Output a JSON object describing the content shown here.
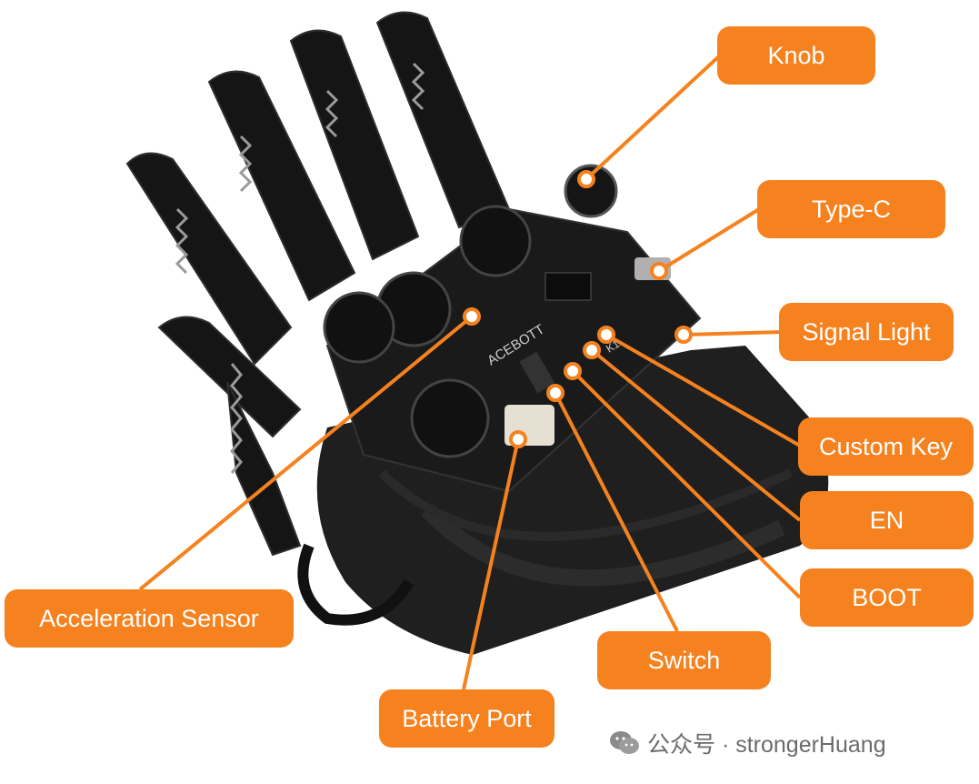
{
  "diagram": {
    "labels": {
      "knob": "Knob",
      "type_c": "Type-C",
      "signal_light": "Signal Light",
      "custom_key": "Custom Key",
      "en": "EN",
      "boot": "BOOT",
      "switch": "Switch",
      "battery_port": "Battery Port",
      "acceleration_sensor": "Acceleration Sensor"
    },
    "pcb_text": {
      "brand": "ACEBOTT",
      "key": "K1"
    },
    "colors": {
      "accent": "#f5821f",
      "hand": "#141414",
      "board": "#1b1b1b",
      "strap": "#202020"
    }
  },
  "watermark": {
    "text": "公众号 · strongerHuang",
    "icon": "wechat-icon"
  }
}
